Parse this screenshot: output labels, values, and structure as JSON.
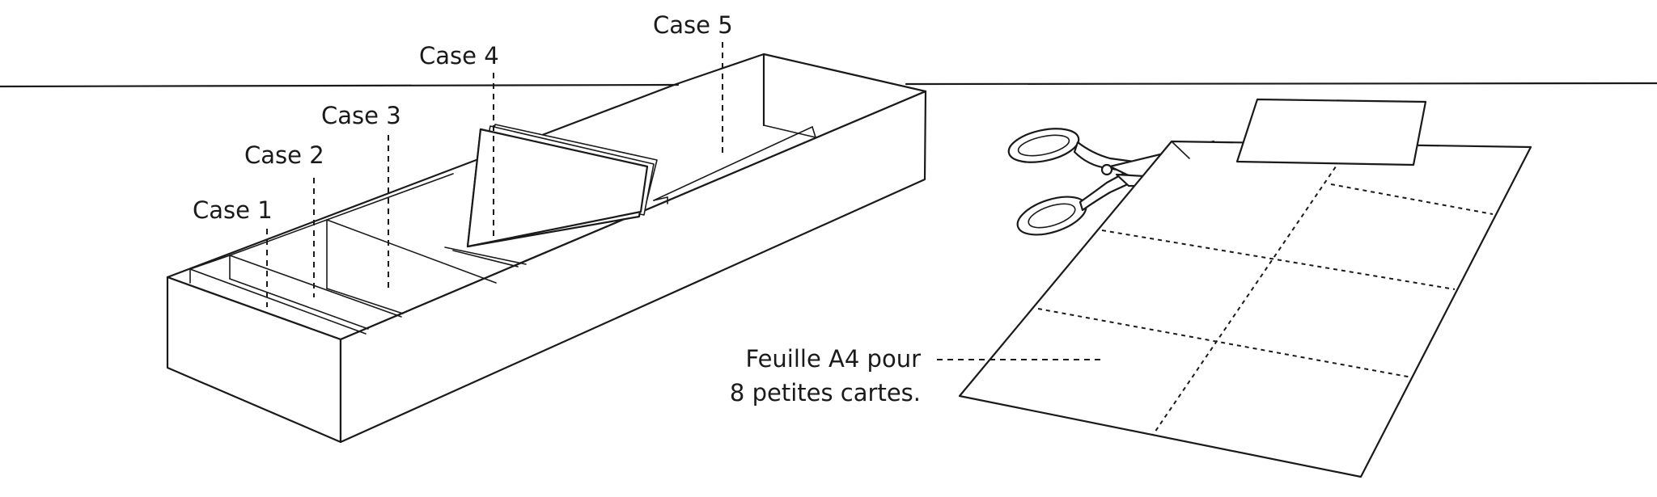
{
  "labels": {
    "case1": "Case 1",
    "case2": "Case 2",
    "case3": "Case 3",
    "case4": "Case 4",
    "case5": "Case 5",
    "sheet_line1": "Feuille A4 pour",
    "sheet_line2": "8 petites cartes."
  },
  "icons": {
    "box": "box-icon",
    "cards": "card-stack-icon",
    "scissors": "scissors-icon",
    "sheet": "paper-sheet-icon",
    "card": "small-card-icon"
  },
  "colors": {
    "ink": "#1a1a1a",
    "paper": "#ffffff"
  }
}
